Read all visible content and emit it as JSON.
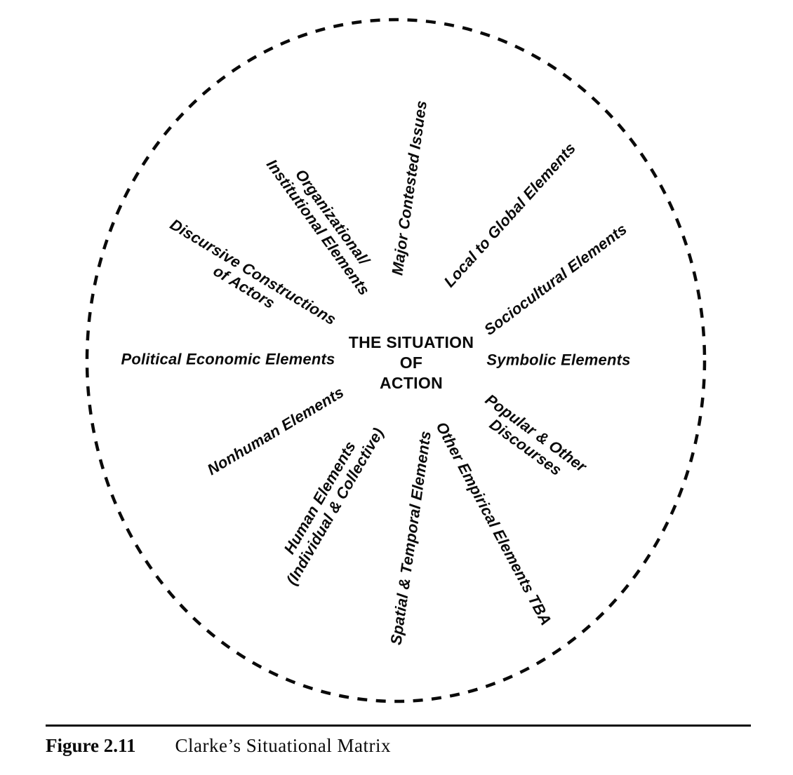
{
  "figure": {
    "center_label": "THE SITUATION\nOF\nACTION",
    "spokes": [
      {
        "id": "major-contested-issues",
        "label": "Major Contested Issues"
      },
      {
        "id": "local-to-global-elements",
        "label": "Local to Global Elements"
      },
      {
        "id": "sociocultural-elements",
        "label": "Sociocultural Elements"
      },
      {
        "id": "symbolic-elements",
        "label": "Symbolic Elements"
      },
      {
        "id": "popular-and-other-discourses",
        "label": "Popular & Other\nDiscourses"
      },
      {
        "id": "other-empirical-elements-tba",
        "label": "Other Empirical Elements TBA"
      },
      {
        "id": "spatial-and-temporal-elements",
        "label": "Spatial & Temporal Elements"
      },
      {
        "id": "human-elements-individual-collective",
        "label": "Human Elements\n(Individual & Collective)"
      },
      {
        "id": "nonhuman-elements",
        "label": "Nonhuman Elements"
      },
      {
        "id": "political-economic-elements",
        "label": "Political Economic Elements"
      },
      {
        "id": "discursive-constructions-of-actors",
        "label": "Discursive Constructions\nof Actors"
      },
      {
        "id": "organizational-institutional-elements",
        "label": "Organizational/\nInstitutional Elements"
      }
    ]
  },
  "caption": {
    "figure_label": "Figure 2.11",
    "title": "Clarke’s Situational Matrix"
  },
  "colors": {
    "ink": "#0a0a0a",
    "background": "#ffffff"
  }
}
